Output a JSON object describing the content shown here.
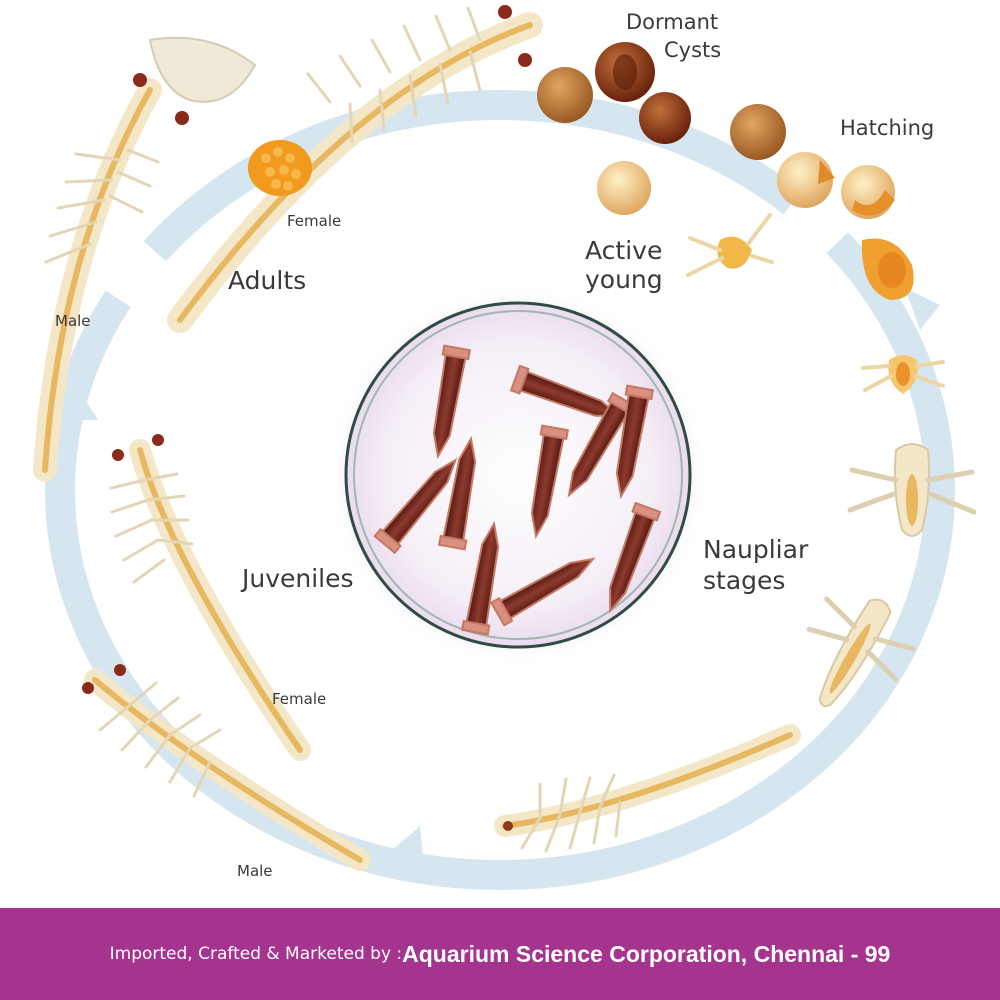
{
  "diagram": {
    "labels": {
      "dormant_cysts": [
        "Dormant",
        "Cysts"
      ],
      "hatching": "Hatching",
      "active_young": [
        "Active",
        "young"
      ],
      "adults": "Adults",
      "female_adult": "Female",
      "male_adult": "Male",
      "juveniles": "Juveniles",
      "female_juvenile": "Female",
      "male_juvenile": "Male",
      "naupliar_stages": [
        "Naupliar",
        "stages"
      ]
    },
    "colors": {
      "arrow": "#d6e6f0",
      "body": "#f2e7c4",
      "gut": "#e8b860",
      "egg_sac": "#f29a1e",
      "cyst_dark": "#7a2a10",
      "cyst_mid": "#b06a30",
      "cyst_light": "#e8b870",
      "vial": "#7a2e26",
      "dish": "#f3e8f5"
    }
  },
  "footer": {
    "prefix": "Imported, Crafted & Marketed by : ",
    "organization": "Aquarium Science Corporation, Chennai - 99",
    "background": "#a4348e"
  }
}
